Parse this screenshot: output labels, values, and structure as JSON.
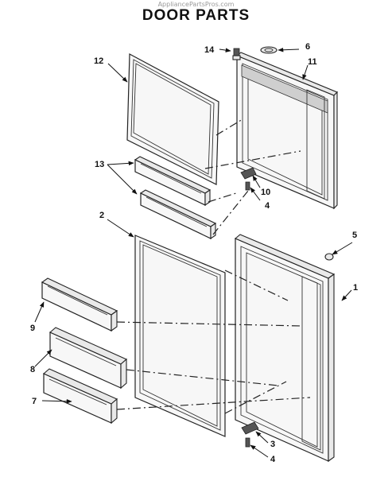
{
  "watermark": "AppliancePartsPros.com",
  "title": "DOOR PARTS",
  "callouts": {
    "c1": "1",
    "c2": "2",
    "c3": "3",
    "c4a": "4",
    "c4b": "4",
    "c5": "5",
    "c6": "6",
    "c7": "7",
    "c8": "8",
    "c9": "9",
    "c10": "10",
    "c11": "11",
    "c12": "12",
    "c13": "13",
    "c14": "14"
  }
}
